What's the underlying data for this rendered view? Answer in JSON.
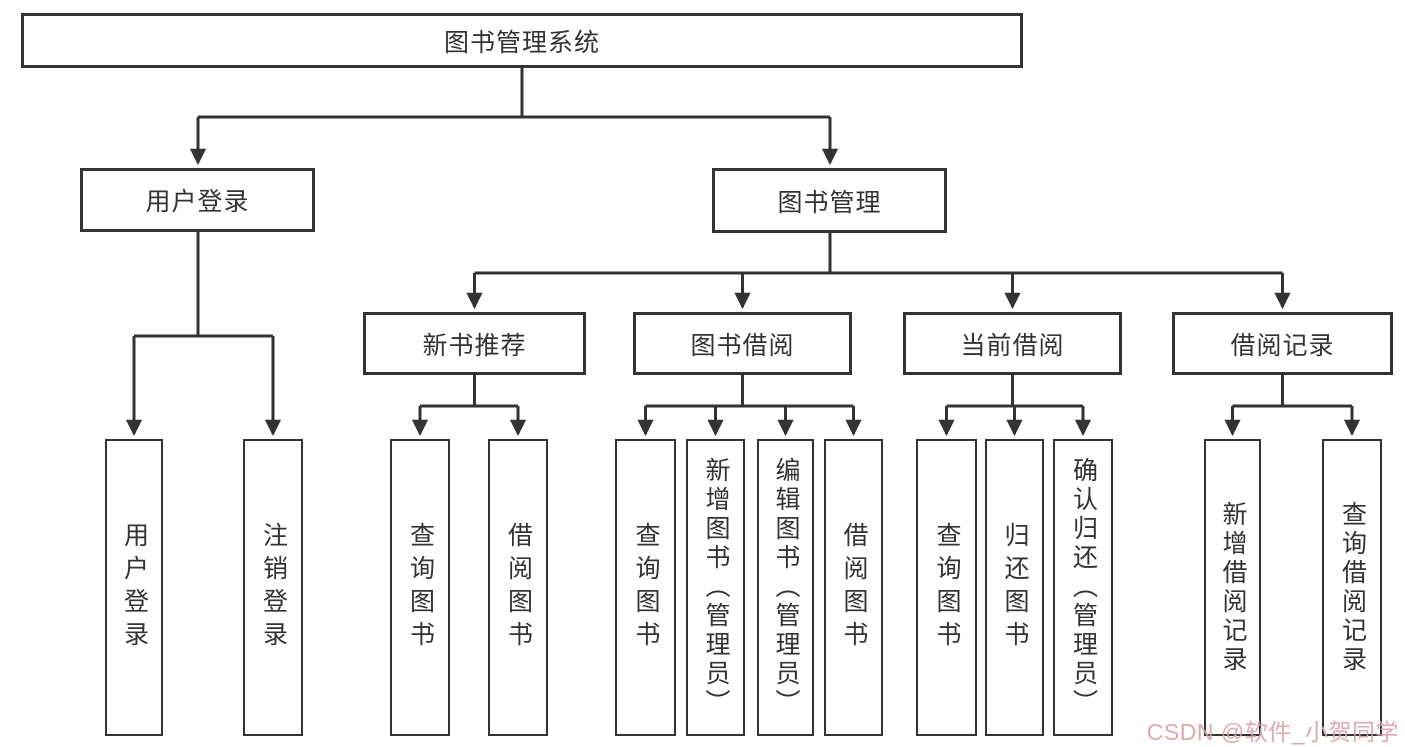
{
  "diagram_title": "图书管理系统",
  "tree": {
    "label": "图书管理系统",
    "children": [
      {
        "label": "用户登录",
        "children": [
          {
            "label": "用户登录"
          },
          {
            "label": "注销登录"
          }
        ]
      },
      {
        "label": "图书管理",
        "children": [
          {
            "label": "新书推荐",
            "children": [
              {
                "label": "查询图书"
              },
              {
                "label": "借阅图书"
              }
            ]
          },
          {
            "label": "图书借阅",
            "children": [
              {
                "label": "查询图书"
              },
              {
                "label": "新增图书（管理员）"
              },
              {
                "label": "编辑图书（管理员）"
              },
              {
                "label": "借阅图书"
              }
            ]
          },
          {
            "label": "当前借阅",
            "children": [
              {
                "label": "查询图书"
              },
              {
                "label": "归还图书"
              },
              {
                "label": "确认归还（管理员）"
              }
            ]
          },
          {
            "label": "借阅记录",
            "children": [
              {
                "label": "新增借阅记录"
              },
              {
                "label": "查询借阅记录"
              }
            ]
          }
        ]
      }
    ]
  },
  "watermark": {
    "text": "CSDN @软件_小贺同学",
    "color": "#d9a0a6"
  },
  "colors": {
    "line": "#333333",
    "text": "#333333",
    "box_background": "#ffffff",
    "page_background": "#ffffff"
  }
}
